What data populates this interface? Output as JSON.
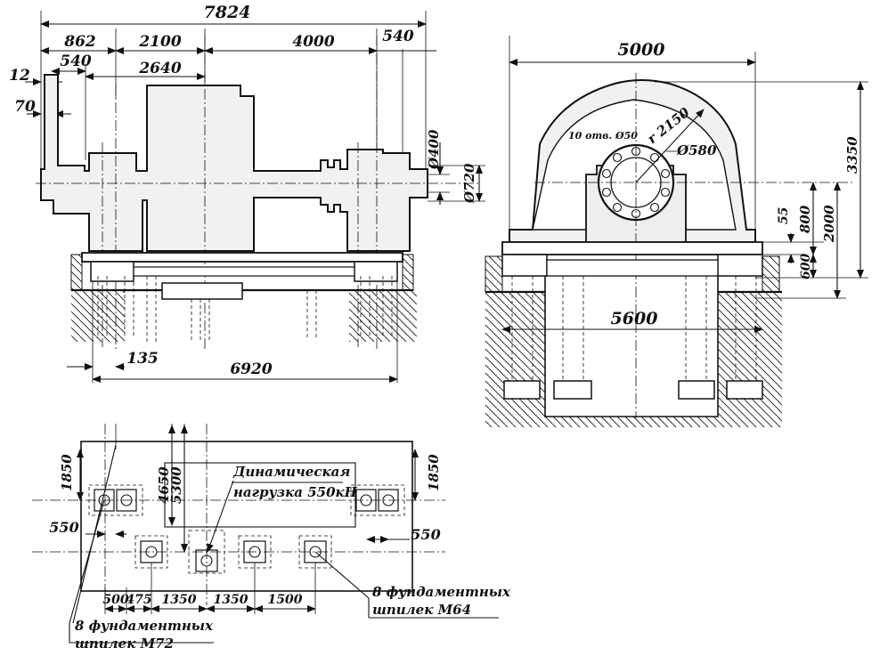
{
  "front_view": {
    "dim_total_length": "7824",
    "dim_862": "862",
    "dim_2100": "2100",
    "dim_4000": "4000",
    "dim_540_right": "540",
    "dim_12": "12",
    "dim_540_left": "540",
    "dim_2640": "2640",
    "dim_70": "70",
    "dim_shaft_d400": "Ø400",
    "dim_shaft_d720": "Ø720",
    "dim_135": "135",
    "dim_6920": "6920"
  },
  "side_view": {
    "dim_width_5000": "5000",
    "dim_radius": "r 2150",
    "dim_holes": "10 отв. Ø50",
    "dim_d580": "Ø580",
    "dim_height_3350": "3350",
    "dim_2000": "2000",
    "dim_800": "800",
    "dim_55": "55",
    "dim_600": "600",
    "dim_5600": "5600"
  },
  "plan_view": {
    "dim_1850_left": "1850",
    "dim_1850_right": "1850",
    "dim_4650": "4650",
    "dim_5300": "5300",
    "dim_550_left": "550",
    "dim_550_right": "550",
    "dim_500": "500",
    "dim_475": "475",
    "dim_1350_a": "1350",
    "dim_1350_b": "1350",
    "dim_1500": "1500",
    "load_label_line1": "Динамическая",
    "load_label_line2": "нагрузка 550кН",
    "bolts_m64_line1": "8 фундаментных",
    "bolts_m64_line2": "шпилек М64",
    "bolts_m72_line1": "8 фундаментных",
    "bolts_m72_line2": "шпилек М72"
  }
}
